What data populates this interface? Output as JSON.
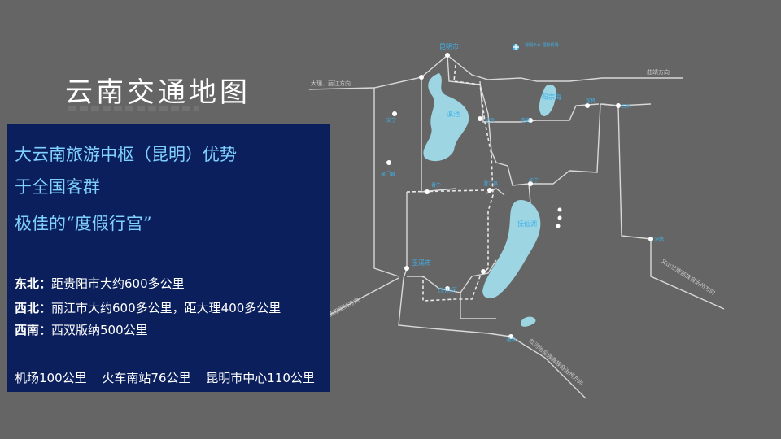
{
  "title": "云南交通地图",
  "panel": {
    "headline1": "大云南旅游中枢（昆明）优势",
    "headline2": "于全国客群",
    "headline3": "极佳的“度假行宫”",
    "ne_label": "东北：",
    "ne_text": "距贵阳市大约600多公里",
    "nw_label": "西北：",
    "nw_text": "丽江市大约600多公里，距大理400多公里",
    "sw_label": "西南：",
    "sw_text": "西双版纳500公里",
    "airport": "机场100公里",
    "station": "火车南站76公里",
    "center": "昆明市中心110公里"
  },
  "map": {
    "kunming": "昆明市",
    "airport_label": "昆明长水\n国际机场",
    "dianchi": "滇池",
    "yangzonghai": "阳宗海",
    "fuxianhu": "抚仙湖",
    "yuxi": "玉溪市",
    "jiangchuan": "江川区",
    "chengjiang": "澄江县",
    "dir_dali": "大理、丽江方向",
    "dir_qujing": "曲靖方向",
    "dir_xishuang": "西双版纳方向",
    "dir_wenshan": "文山壮族苗族自治州方向",
    "dir_honghe": "红河哈尼族彝族自治州方向",
    "town_anning": "安宁",
    "town_chenggong": "呈贡",
    "town_yiliang": "宜良",
    "town_shilin": "石林",
    "town_luxi": "泸西",
    "town_jinning": "晋宁",
    "town_ehe": "峨山",
    "town_kanding": "宽定",
    "town_huaning": "华宁",
    "town_yimen": "易门县",
    "town_tonghai": "通海"
  }
}
